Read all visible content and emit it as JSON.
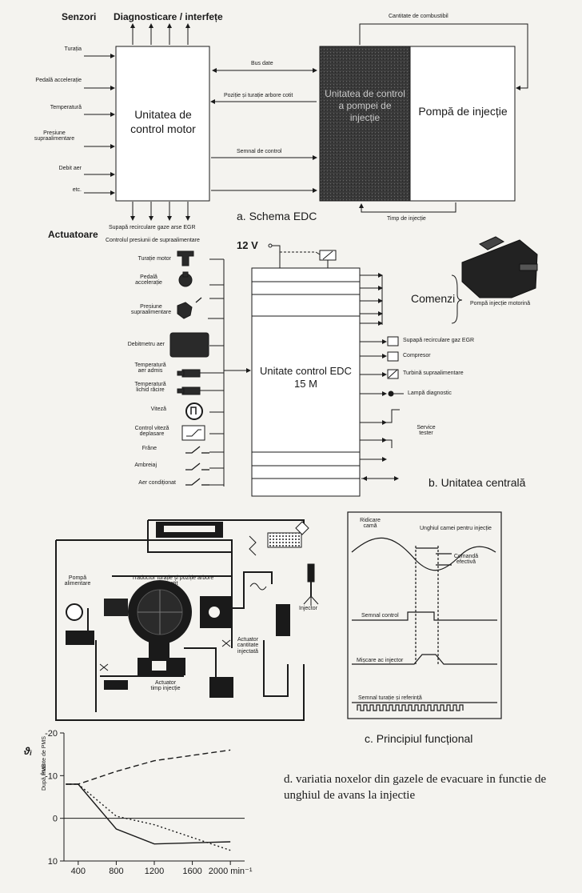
{
  "section_a": {
    "senzori": "Senzori",
    "diagnostic": "Diagnosticare / interfețe",
    "inputs": [
      "Turația",
      "Pedală accelerație",
      "Temperatură",
      "Presiune supraalimentare",
      "Debit aer",
      "etc."
    ],
    "ecu": "Unitatea de control motor",
    "pump_ctrl": "Unitatea de control a pompei de injecție",
    "pump": "Pompă de injecție",
    "signals": [
      "Bus date",
      "Poziție și turație arbore cotit",
      "Semnal de control"
    ],
    "fuel_qty": "Cantitate de combustibil",
    "inj_time": "Timp de injecție",
    "egr": "Supapă recirculare gaze arse EGR",
    "boost": "Controlul presiunii de supraalimentare",
    "caption": "a. Schema EDC"
  },
  "section_b": {
    "actuatoare": "Actuatoare",
    "voltage": "12 V",
    "sensors": [
      "Turație motor",
      "Pedală accelerație",
      "Presiune supraalimentare",
      "Debitmetru aer",
      "Temperatură aer admis",
      "Temperatură lichid răcire",
      "Viteză",
      "Control viteză deplasare",
      "Frâne",
      "Ambreiaj",
      "Aer condiționat"
    ],
    "unit": "Unitate control EDC 15 M",
    "comenzi": "Comenzi",
    "pump_label": "Pompă injecție motorină",
    "outputs": [
      "Supapă recirculare gaz EGR",
      "Compresor",
      "Turbină supraalimentare",
      "Lampă diagnostic"
    ],
    "service": "Service tester",
    "caption": "b. Unitatea centrală"
  },
  "section_c": {
    "pompa": "Pompă alimentare",
    "traductor": "Traductor turație și poziție arbore cotit",
    "actuator_qty": "Actuator cantitate injectată",
    "actuator_time": "Actuator timp injecție",
    "injector": "Injector",
    "ridicare": "Ridicare camă",
    "unghi": "Unghiul camei pentru injecție",
    "comanda": "Comandă efectivă",
    "semnal": "Semnal control",
    "miscare": "Mișcare ac injector",
    "referinta": "Semnal turație și referință",
    "caption": "c. Principiul funcțional"
  },
  "section_d": {
    "caption": "d. variatia noxelor din gazele de evacuare in functie de unghiul de avans la injectie"
  },
  "chart_data": {
    "type": "line",
    "title": "",
    "x": [
      400,
      800,
      1200,
      1600,
      2000
    ],
    "xticks": [
      "400",
      "800",
      "1200",
      "1600",
      "2000 min⁻¹"
    ],
    "yticks": [
      "-20",
      "-10",
      "0",
      "10"
    ],
    "ylabel_symbol": "ϑᵢ",
    "y_upper_label": "Înainte de PMS",
    "y_lower_label": "După PMS",
    "ylim": [
      10,
      -20
    ],
    "xlim": [
      250,
      2150
    ],
    "grid": false,
    "series": [
      {
        "x": [
          270,
          400,
          800,
          1200,
          2000
        ],
        "y": [
          -8,
          -8,
          -11,
          -13.5,
          -16
        ],
        "style": "dashed"
      },
      {
        "x": [
          270,
          400,
          800,
          1200,
          2000
        ],
        "y": [
          -8,
          -8,
          -0.5,
          1.5,
          7.5
        ],
        "style": "dotted"
      },
      {
        "x": [
          270,
          400,
          800,
          1200,
          2000
        ],
        "y": [
          -8,
          -8,
          2.5,
          6,
          5.5
        ],
        "style": "solid"
      }
    ]
  }
}
